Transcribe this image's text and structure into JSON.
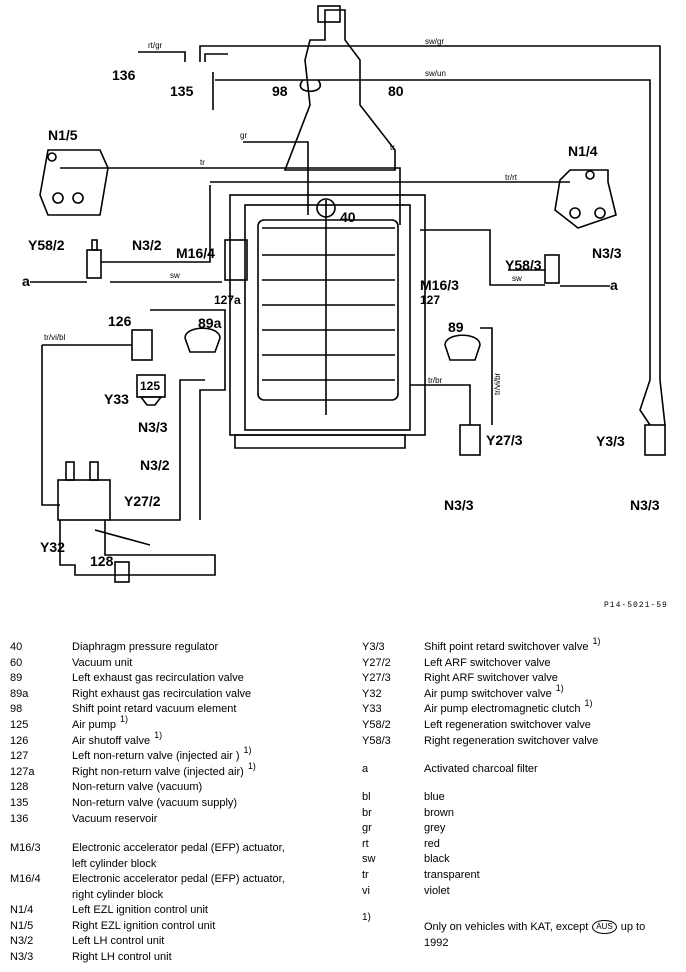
{
  "diagram": {
    "labels": {
      "l136": "136",
      "l135": "135",
      "l98": "98",
      "l80": "80",
      "n15": "N1/5",
      "n14": "N1/4",
      "y582": "Y58/2",
      "n32a": "N3/2",
      "m164": "M16/4",
      "l40": "40",
      "y583": "Y58/3",
      "n33a": "N3/3",
      "a_left": "a",
      "a_right": "a",
      "m163": "M16/3",
      "l127a": "127a",
      "l127": "127",
      "l126": "126",
      "l89a": "89a",
      "l89": "89",
      "l125": "125",
      "y33": "Y33",
      "n33b": "N3/3",
      "y273": "Y27/3",
      "y33r": "Y3/3",
      "n32b": "N3/2",
      "y272": "Y27/2",
      "n33c": "N3/3",
      "n33d": "N3/3",
      "y32": "Y32",
      "l128": "128"
    },
    "wires": {
      "rtgr": "rt/gr",
      "swgr": "sw/gr",
      "swun": "sw/un",
      "gr": "gr",
      "tr1": "tr",
      "tr2": "tr",
      "trrt": "tr/rt",
      "sw1": "sw",
      "sw2": "sw",
      "trvibl": "tr/vi/bl",
      "trbr": "tr/br",
      "trvibr": "tr/vi/br"
    },
    "reference": "P14-5021-59"
  },
  "legend_left": [
    {
      "code": "40",
      "desc": "Diaphragm pressure regulator"
    },
    {
      "code": "60",
      "desc": "Vacuum unit"
    },
    {
      "code": "89",
      "desc": "Left exhaust gas recirculation valve"
    },
    {
      "code": "89a",
      "desc": "Right exhaust gas recirculation valve"
    },
    {
      "code": "98",
      "desc": "Shift point retard vacuum element"
    },
    {
      "code": "125",
      "desc": "Air pump",
      "note": "1)"
    },
    {
      "code": "126",
      "desc": "Air shutoff valve",
      "note": "1)"
    },
    {
      "code": "127",
      "desc": "Left non-return valve (injected air )",
      "note": "1)"
    },
    {
      "code": "127a",
      "desc": "Right non-return valve (injected air)",
      "note": "1)"
    },
    {
      "code": "128",
      "desc": "Non-return valve (vacuum)"
    },
    {
      "code": "135",
      "desc": "Non-return valve (vacuum supply)"
    },
    {
      "code": "136",
      "desc": "Vacuum reservoir"
    }
  ],
  "legend_left2": [
    {
      "code": "M16/3",
      "desc": "Electronic accelerator pedal (EFP) actuator,",
      "desc2": "left cylinder block"
    },
    {
      "code": "M16/4",
      "desc": "Electronic accelerator pedal (EFP) actuator,",
      "desc2": "right cylinder block"
    },
    {
      "code": "N1/4",
      "desc": "Left EZL ignition control unit"
    },
    {
      "code": "N1/5",
      "desc": "Right EZL ignition control unit"
    },
    {
      "code": "N3/2",
      "desc": "Left LH control unit"
    },
    {
      "code": "N3/3",
      "desc": "Right LH control unit"
    }
  ],
  "legend_right": [
    {
      "code": "Y3/3",
      "desc": "Shift point retard switchover valve",
      "note": "1)"
    },
    {
      "code": "Y27/2",
      "desc": "Left ARF switchover valve"
    },
    {
      "code": "Y27/3",
      "desc": "Right ARF switchover valve"
    },
    {
      "code": "Y32",
      "desc": "Air pump switchover valve",
      "note": "1)"
    },
    {
      "code": "Y33",
      "desc": "Air pump electromagnetic clutch",
      "note": "1)"
    },
    {
      "code": "Y58/2",
      "desc": "Left regeneration switchover valve"
    },
    {
      "code": "Y58/3",
      "desc": "Right regeneration switchover valve"
    }
  ],
  "legend_a": {
    "code": "a",
    "desc": "Activated charcoal filter"
  },
  "colors": [
    {
      "code": "bl",
      "desc": "blue"
    },
    {
      "code": "br",
      "desc": "brown"
    },
    {
      "code": "gr",
      "desc": "grey"
    },
    {
      "code": "rt",
      "desc": "red"
    },
    {
      "code": "sw",
      "desc": "black"
    },
    {
      "code": "tr",
      "desc": "transparent"
    },
    {
      "code": "vi",
      "desc": "violet"
    }
  ],
  "footnote": {
    "mark": "1)",
    "text_before": "Only on vehicles with KAT, except",
    "badge": "AUS",
    "text_after": "up to",
    "year": "1992"
  }
}
